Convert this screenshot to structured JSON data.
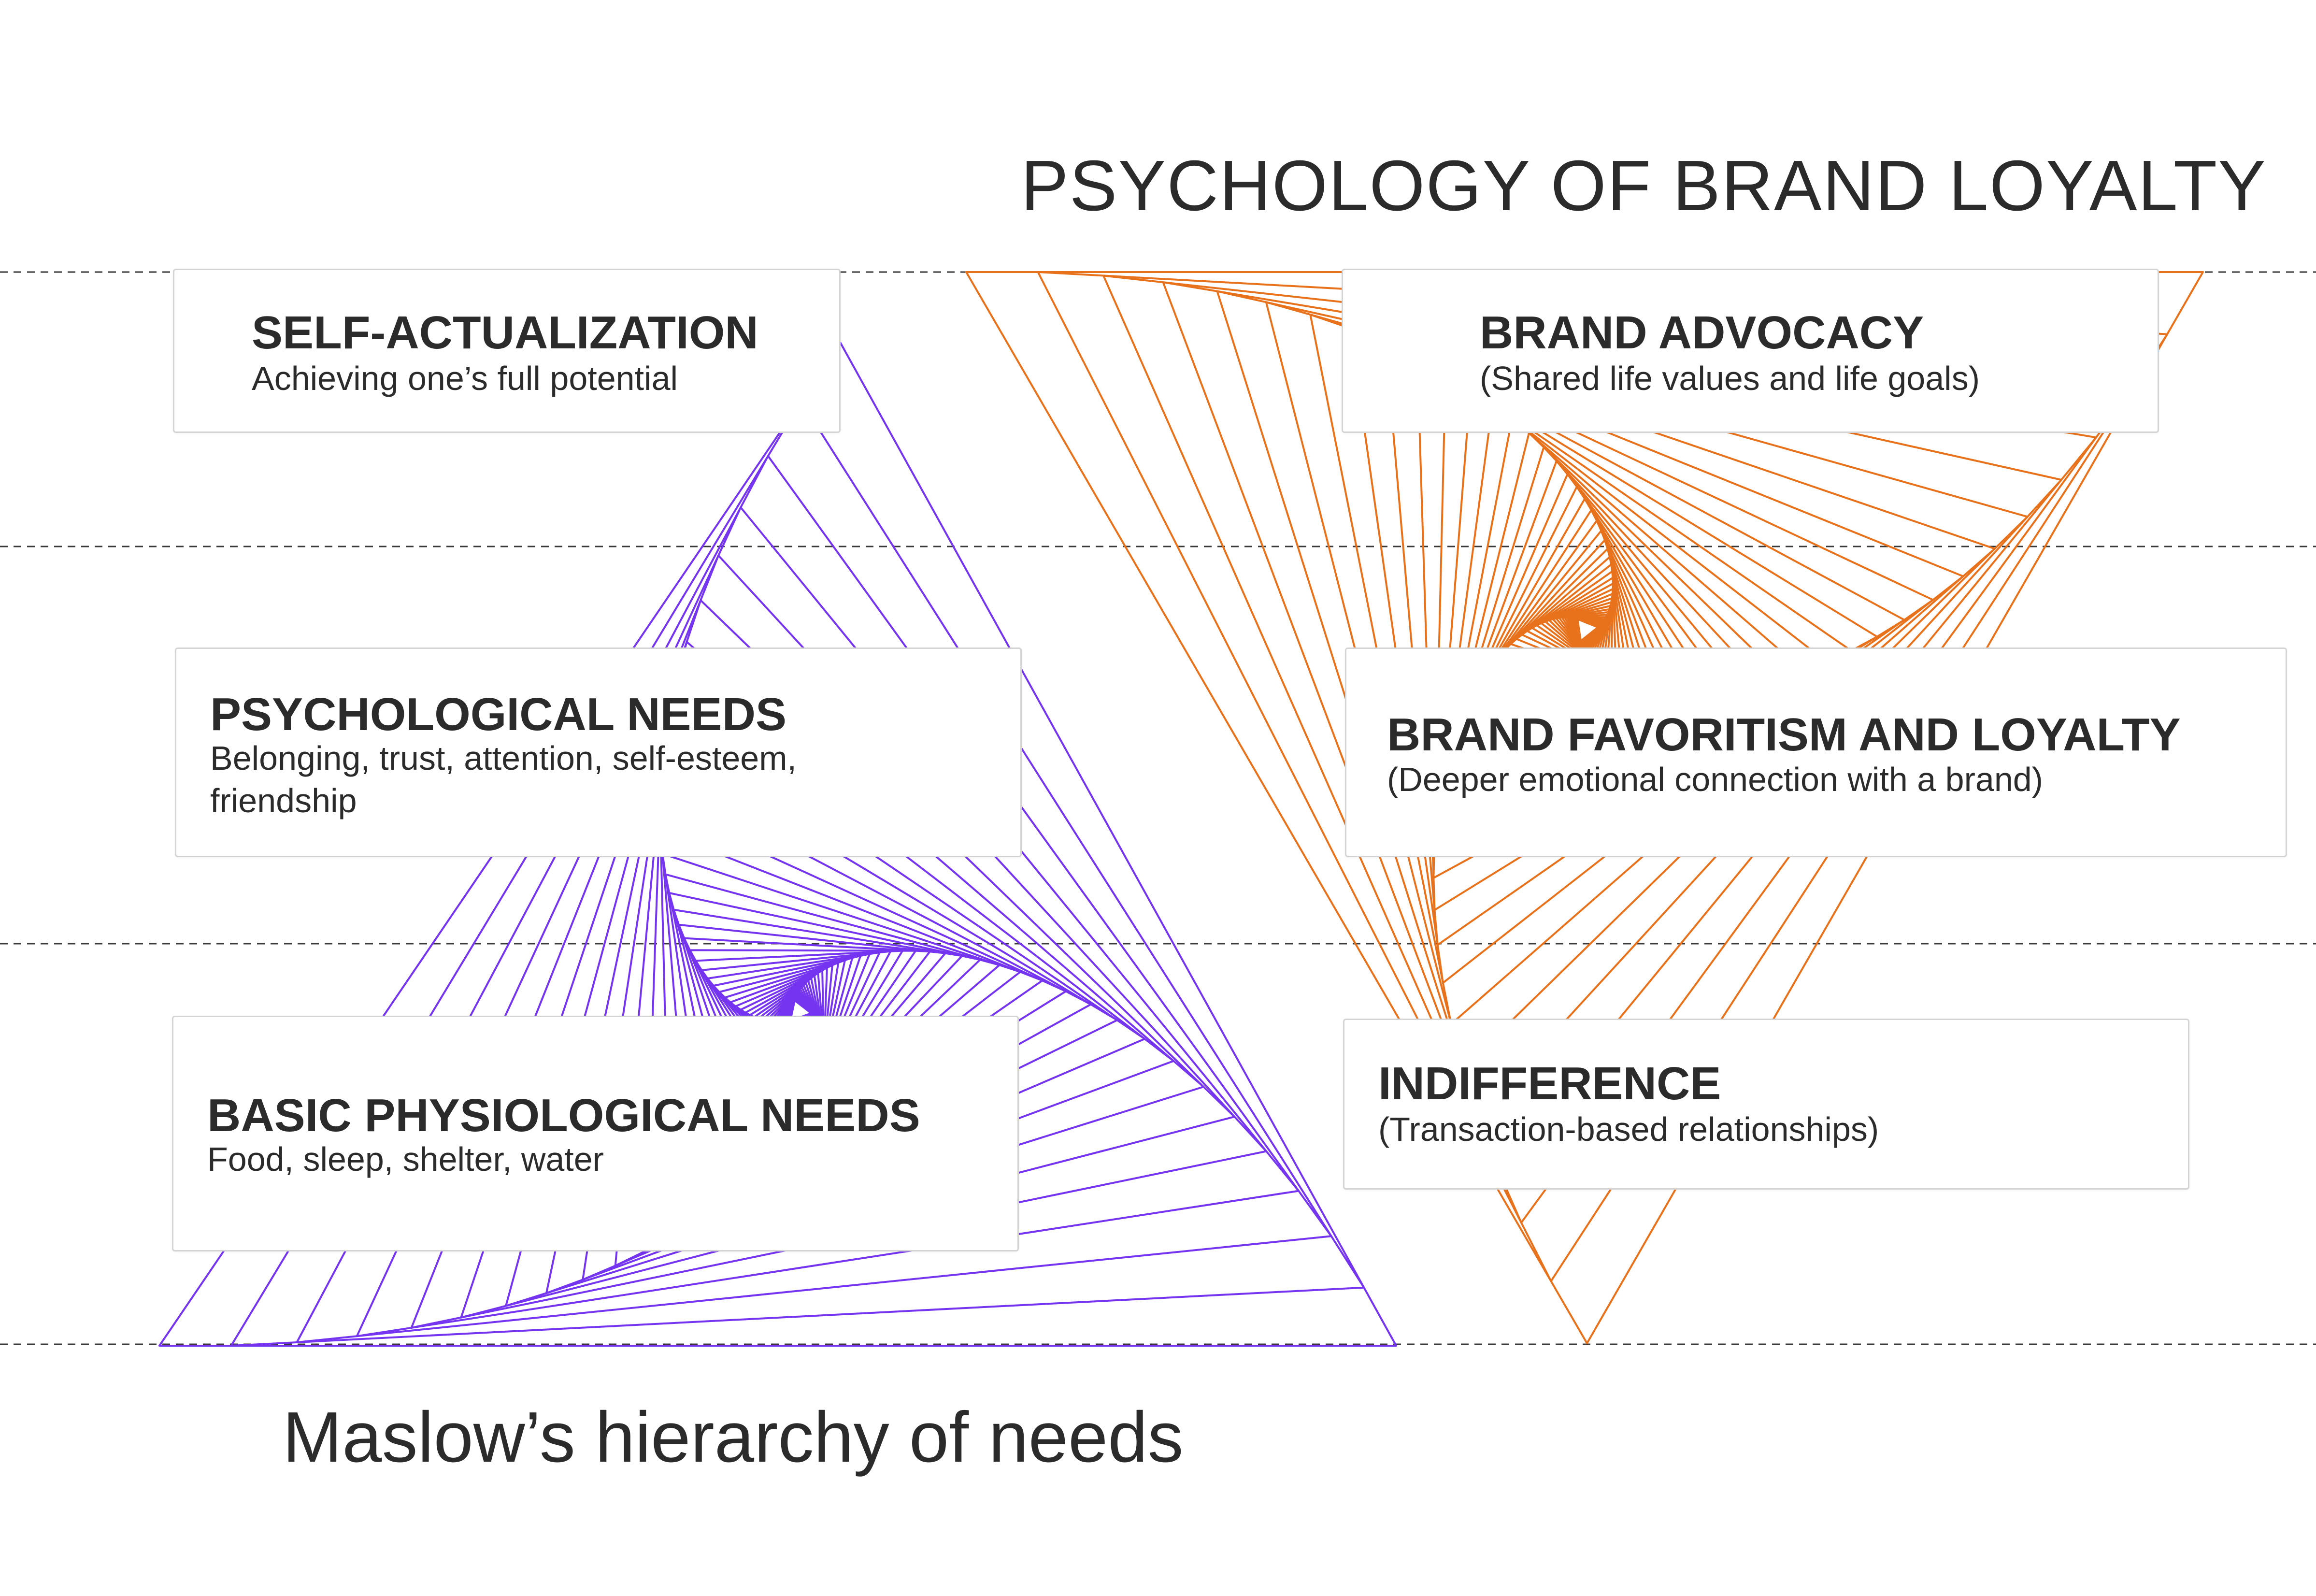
{
  "title": "PSYCHOLOGY OF BRAND LOYALTY",
  "subtitle": "Maslow’s hierarchy of needs",
  "colors": {
    "maslow": "#7434f0",
    "brand": "#e8721c",
    "text": "#2b2b2b",
    "divider": "#3a3a3a"
  },
  "maslow": [
    {
      "title": "SELF-ACTUALIZATION",
      "desc": "Achieving one’s full potential"
    },
    {
      "title": "PSYCHOLOGICAL NEEDS",
      "desc": "Belonging, trust, attention, self-esteem, friendship"
    },
    {
      "title": "BASIC PHYSIOLOGICAL NEEDS",
      "desc": "Food, sleep, shelter, water"
    }
  ],
  "brand": [
    {
      "title": "BRAND ADVOCACY",
      "desc": "(Shared life values and life goals)"
    },
    {
      "title": "BRAND FAVORITISM AND LOYALTY",
      "desc": "(Deeper emotional connection with a brand)"
    },
    {
      "title": "INDIFFERENCE",
      "desc": " (Transaction-based relationships)"
    }
  ]
}
